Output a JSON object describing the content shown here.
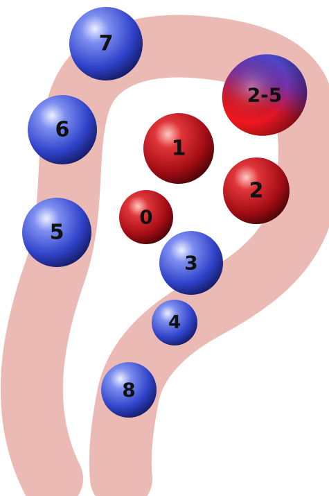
{
  "colors": {
    "background": "#ffffff",
    "band": "#ecbab5",
    "red_ball": "#c8121a",
    "blue_ball": "#3b4fd8",
    "label": "#111111"
  },
  "balls": [
    {
      "id": "7",
      "label": "7",
      "kind": "blue"
    },
    {
      "id": "6",
      "label": "6",
      "kind": "blue"
    },
    {
      "id": "5",
      "label": "5",
      "kind": "blue"
    },
    {
      "id": "1",
      "label": "1",
      "kind": "red"
    },
    {
      "id": "2",
      "label": "2",
      "kind": "red"
    },
    {
      "id": "0",
      "label": "0",
      "kind": "red"
    },
    {
      "id": "2-5",
      "label": "2-5",
      "kind": "mixed"
    },
    {
      "id": "3",
      "label": "3",
      "kind": "blue"
    },
    {
      "id": "4",
      "label": "4",
      "kind": "blue"
    },
    {
      "id": "8",
      "label": "8",
      "kind": "blue"
    }
  ]
}
